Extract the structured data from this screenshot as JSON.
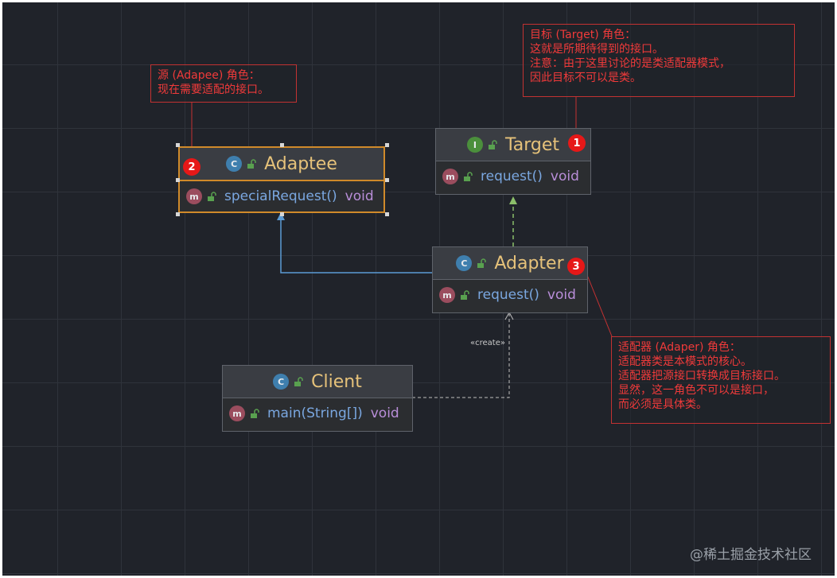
{
  "classes": {
    "adaptee": {
      "name": "Adaptee",
      "kind": "C",
      "method": "specialRequest()",
      "return_type": "void",
      "member_kind": "m",
      "badge": "2"
    },
    "target": {
      "name": "Target",
      "kind": "I",
      "method": "request()",
      "return_type": "void",
      "member_kind": "m",
      "badge": "1"
    },
    "adapter": {
      "name": "Adapter",
      "kind": "C",
      "method": "request()",
      "return_type": "void",
      "member_kind": "m",
      "badge": "3"
    },
    "client": {
      "name": "Client",
      "kind": "C",
      "method": "main(String[])",
      "return_type": "void",
      "member_kind": "m"
    }
  },
  "relations": {
    "create_label": "«create»"
  },
  "notes": {
    "target": [
      "目标 (Target) 角色：",
      "这就是所期待得到的接口。",
      "注意：由于这里讨论的是类适配器模式，",
      "因此目标不可以是类。"
    ],
    "adaptee": [
      "源 (Adapee) 角色：",
      "现在需要适配的接口。"
    ],
    "adapter": [
      "适配器 (Adaper) 角色：",
      "适配器类是本模式的核心。",
      "适配器把源接口转换成目标接口。",
      "显然，这一角色不可以是接口，",
      "而必须是具体类。"
    ]
  },
  "watermark": "@稀土掘金技术社区",
  "colors": {
    "background": "#20232a",
    "class_name": "#e6c27a",
    "method": "#7aa7e0",
    "return_type": "#b98ed9",
    "note_text": "#f03a3a",
    "selection": "#d08a2a",
    "inherit_arrow": "#5b9bd5",
    "implement_arrow": "#8bbf6a"
  }
}
